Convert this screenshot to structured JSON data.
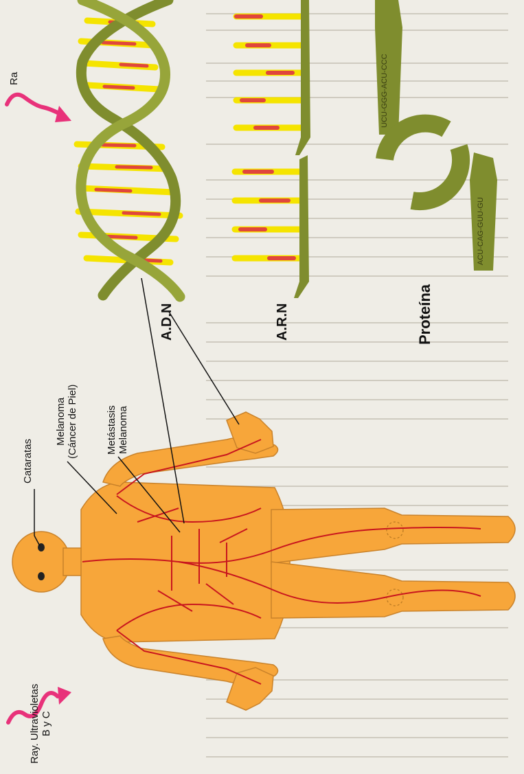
{
  "labels": {
    "uv_rays_line1": "Ray. Ultravioletas",
    "uv_rays_line2": "B y C",
    "cataratas": "Cataratas",
    "melanoma_line1": "Melanoma",
    "melanoma_line2": "(Cáncer de Piel)",
    "metastasis_line1": "Metástasis",
    "metastasis_line2": "Melanoma",
    "adn": "A.D.N",
    "arn": "A.R.N",
    "proteina": "Proteína",
    "ray_top_partial": "Ra",
    "rna_strand_upper": "UCU-GGG-ACU-CCC",
    "rna_strand_lower": "ACU-CAG-GUU-GU"
  },
  "colors": {
    "skin": "#f7a63a",
    "vessels": "#c8151e",
    "helix": "#7f8d2e",
    "rung_yellow": "#f5e400",
    "rung_red": "#e0463c",
    "uv_wave": "#e8327a"
  }
}
